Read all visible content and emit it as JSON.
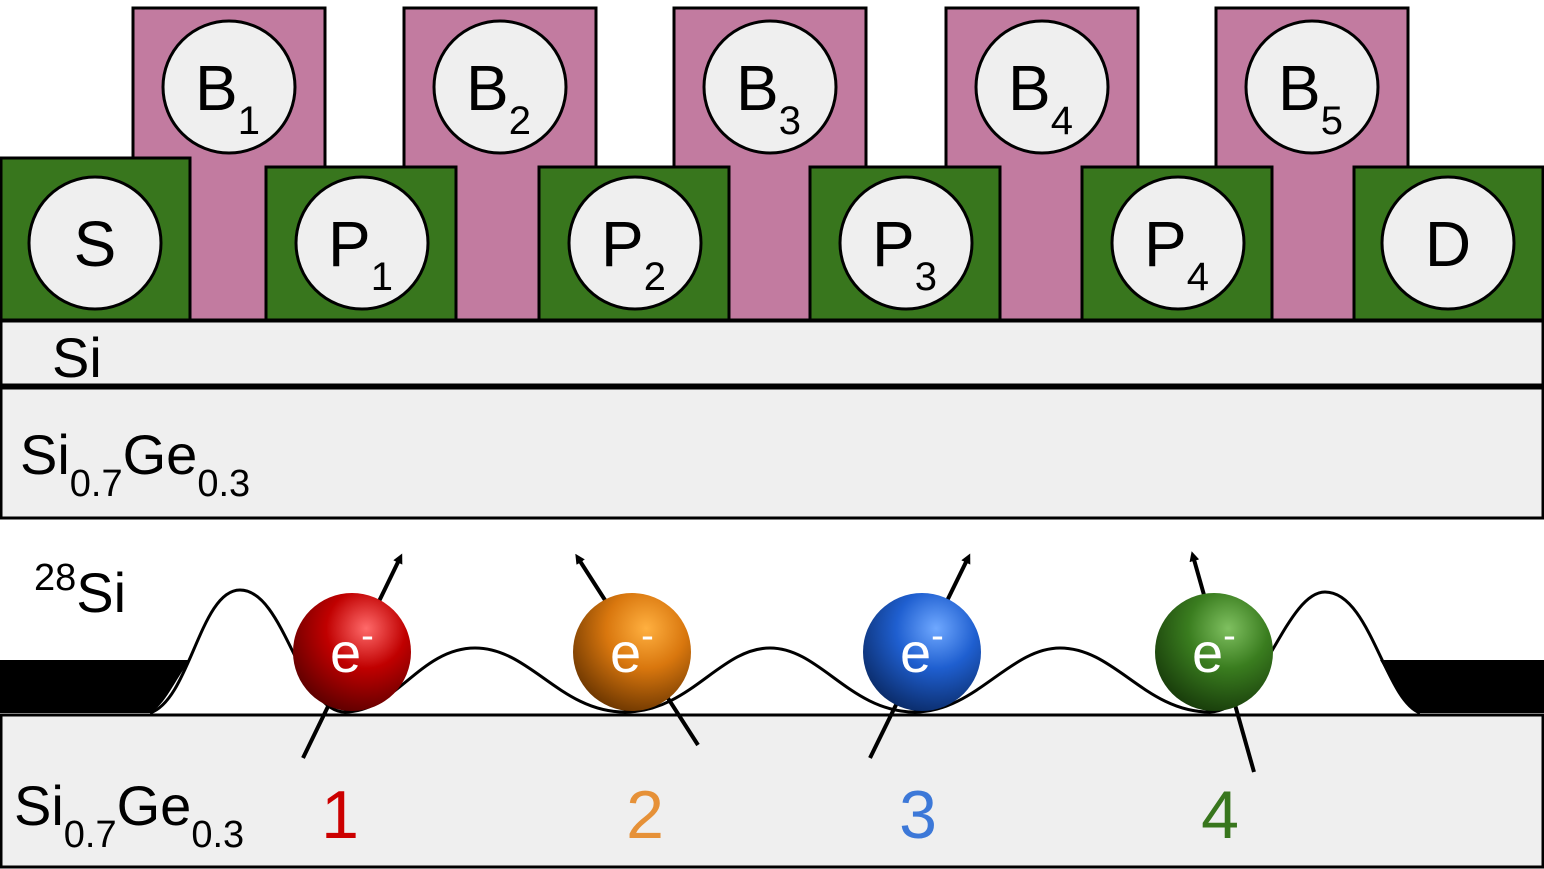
{
  "colors": {
    "barrier_gate": "#c27ba0",
    "plunger_gate": "#38761d",
    "layer_fill": "#efefef",
    "outline": "#000000",
    "qubit_1": "#cc0000",
    "qubit_2": "#e69138",
    "qubit_3": "#3c78d8",
    "qubit_4": "#38761d",
    "electron_1": "#c00000",
    "electron_2": "#d9770e",
    "electron_3": "#1f5fd0",
    "electron_4": "#3a7d1f"
  },
  "gates": {
    "barriers": [
      {
        "letter": "B",
        "index": "1"
      },
      {
        "letter": "B",
        "index": "2"
      },
      {
        "letter": "B",
        "index": "3"
      },
      {
        "letter": "B",
        "index": "4"
      },
      {
        "letter": "B",
        "index": "5"
      }
    ],
    "plungers": [
      {
        "letter": "P",
        "index": "1"
      },
      {
        "letter": "P",
        "index": "2"
      },
      {
        "letter": "P",
        "index": "3"
      },
      {
        "letter": "P",
        "index": "4"
      }
    ],
    "source": {
      "letter": "S"
    },
    "drain": {
      "letter": "D"
    }
  },
  "layers": {
    "cap": {
      "label": "Si"
    },
    "barrier_top": {
      "base": "Si",
      "sub1": "0.7",
      "mid": "Ge",
      "sub2": "0.3"
    },
    "well": {
      "sup": "28",
      "base": "Si"
    },
    "barrier_bottom": {
      "base": "Si",
      "sub1": "0.7",
      "mid": "Ge",
      "sub2": "0.3"
    }
  },
  "electrons": [
    {
      "label": "e",
      "charge": "-",
      "number": "1",
      "spin": "up"
    },
    {
      "label": "e",
      "charge": "-",
      "number": "2",
      "spin": "up"
    },
    {
      "label": "e",
      "charge": "-",
      "number": "3",
      "spin": "up"
    },
    {
      "label": "e",
      "charge": "-",
      "number": "4",
      "spin": "up"
    }
  ]
}
